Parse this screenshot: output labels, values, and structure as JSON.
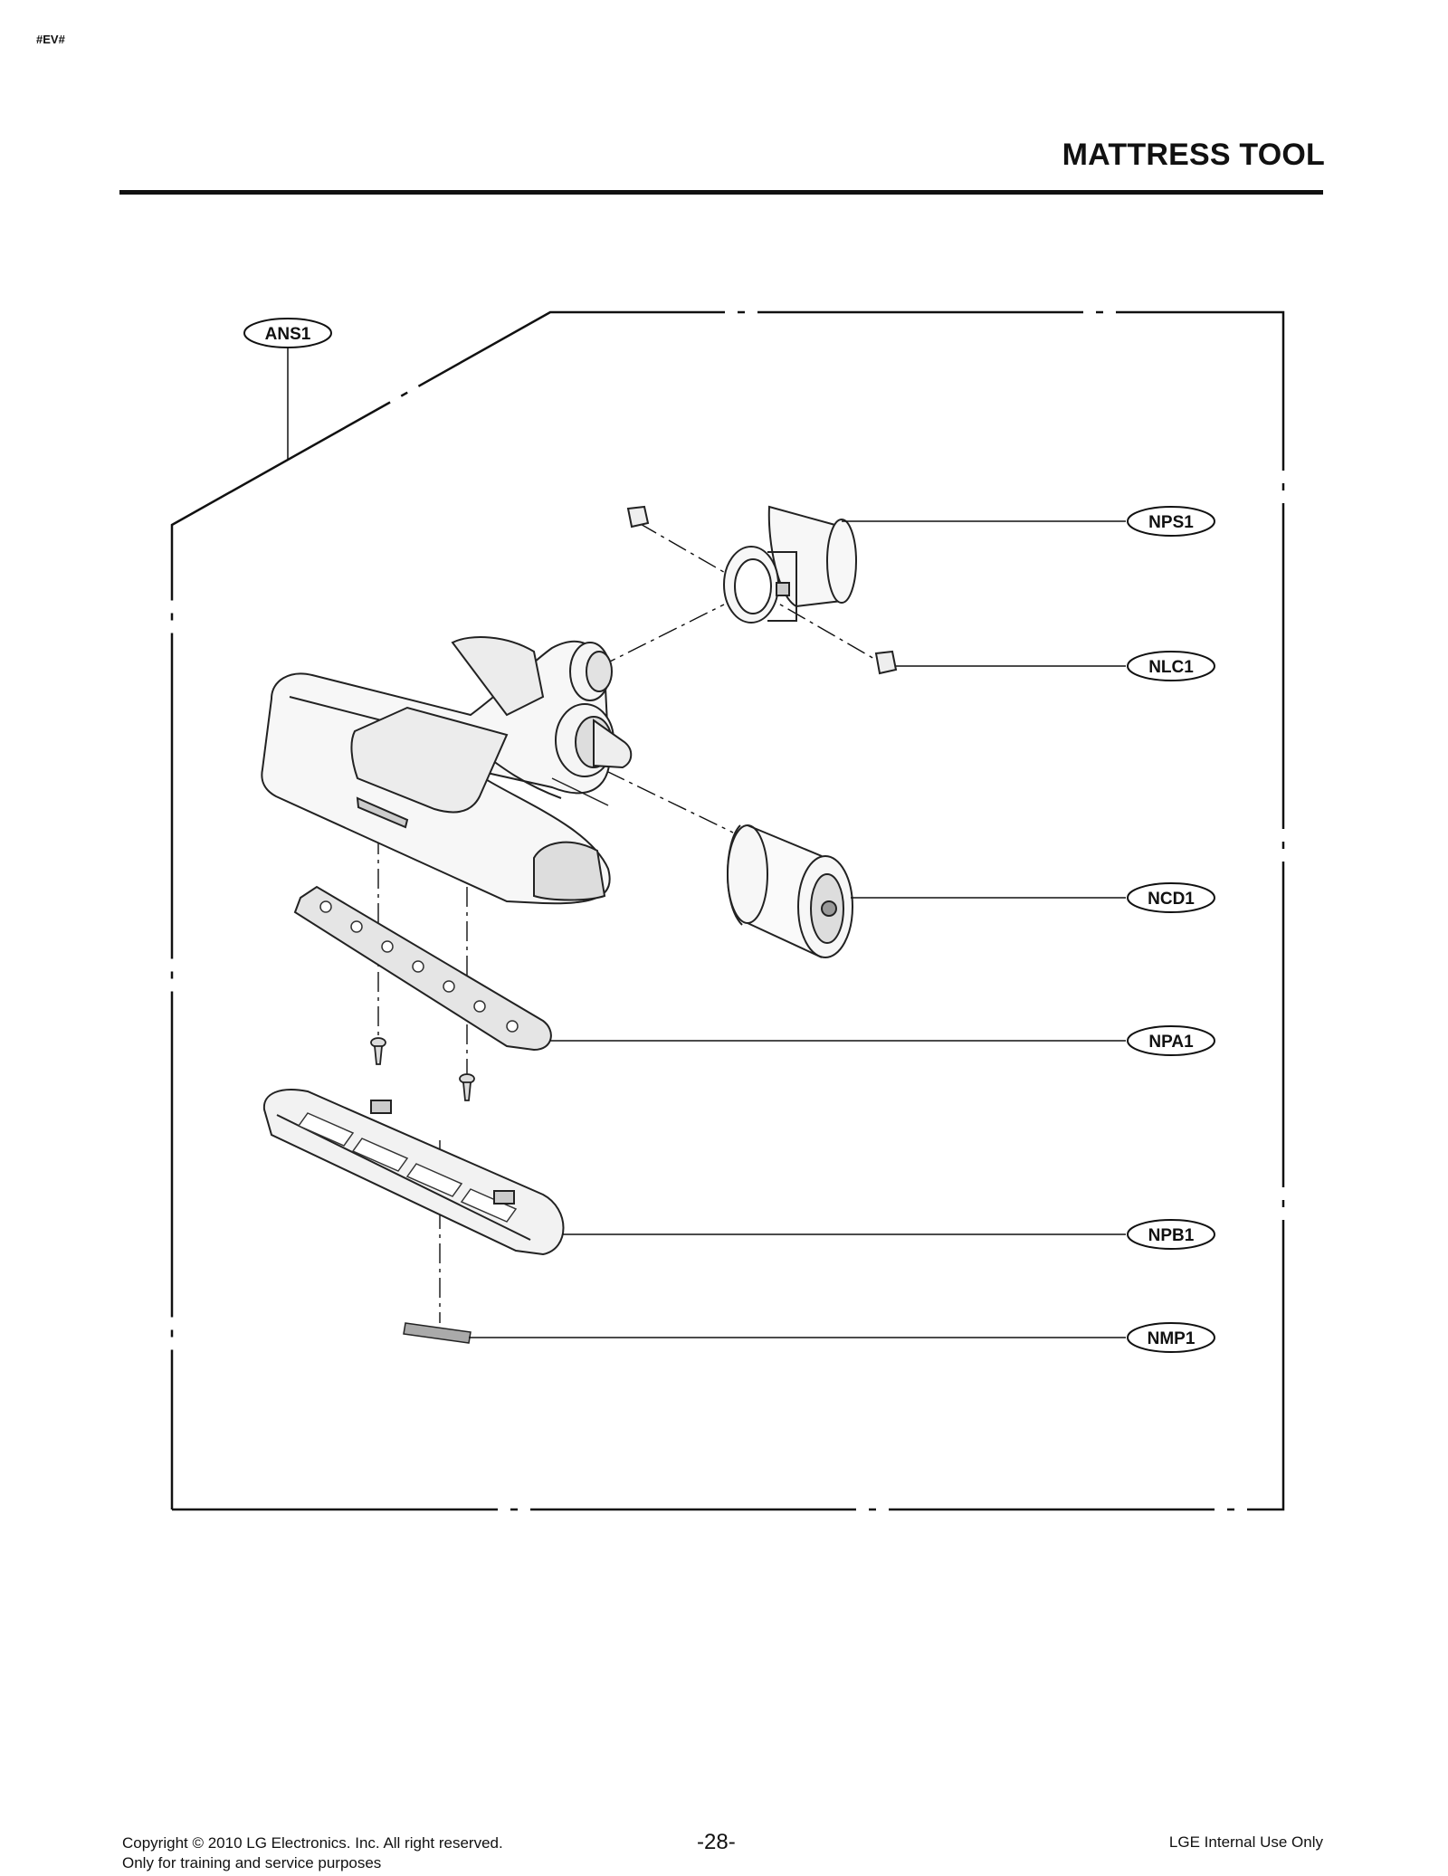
{
  "header": {
    "corner_mark": "#EV#",
    "title": "MATTRESS TOOL"
  },
  "callouts": [
    {
      "id": "ANS1",
      "label": "ANS1"
    },
    {
      "id": "NPS1",
      "label": "NPS1"
    },
    {
      "id": "NLC1",
      "label": "NLC1"
    },
    {
      "id": "NCD1",
      "label": "NCD1"
    },
    {
      "id": "NPA1",
      "label": "NPA1"
    },
    {
      "id": "NPB1",
      "label": "NPB1"
    },
    {
      "id": "NMP1",
      "label": "NMP1"
    }
  ],
  "footer": {
    "copyright": "Copyright © 2010 LG Electronics. Inc. All right reserved.",
    "note": "Only for training and service purposes",
    "page_number": "-28-",
    "internal": "LGE Internal Use Only"
  }
}
